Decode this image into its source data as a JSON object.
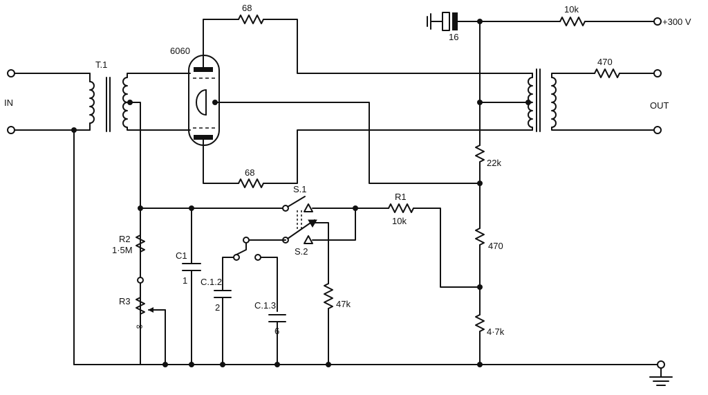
{
  "labels": {
    "input": "IN",
    "output": "OUT",
    "supply": "+300 V",
    "transformer": "T.1",
    "tube": "6060",
    "anode_resistor_top": "68",
    "anode_resistor_bottom": "68",
    "supply_cap": "16",
    "supply_resistor": "10k",
    "output_resistor": "470",
    "divider_top": "22k",
    "divider_mid": "470",
    "divider_bottom": "4·7k",
    "r1_name": "R1",
    "r1_value": "10k",
    "r2_name": "R2",
    "r2_value": "1·5M",
    "r3_name": "R3",
    "r3_value": "∞",
    "c1_name": "C1",
    "c1_value": "1",
    "c12_name": "C.1.2",
    "c12_value": "2",
    "c13_name": "C.1.3",
    "c13_value": "6",
    "s1": "S.1",
    "s2": "S.2",
    "r47k": "47k"
  }
}
